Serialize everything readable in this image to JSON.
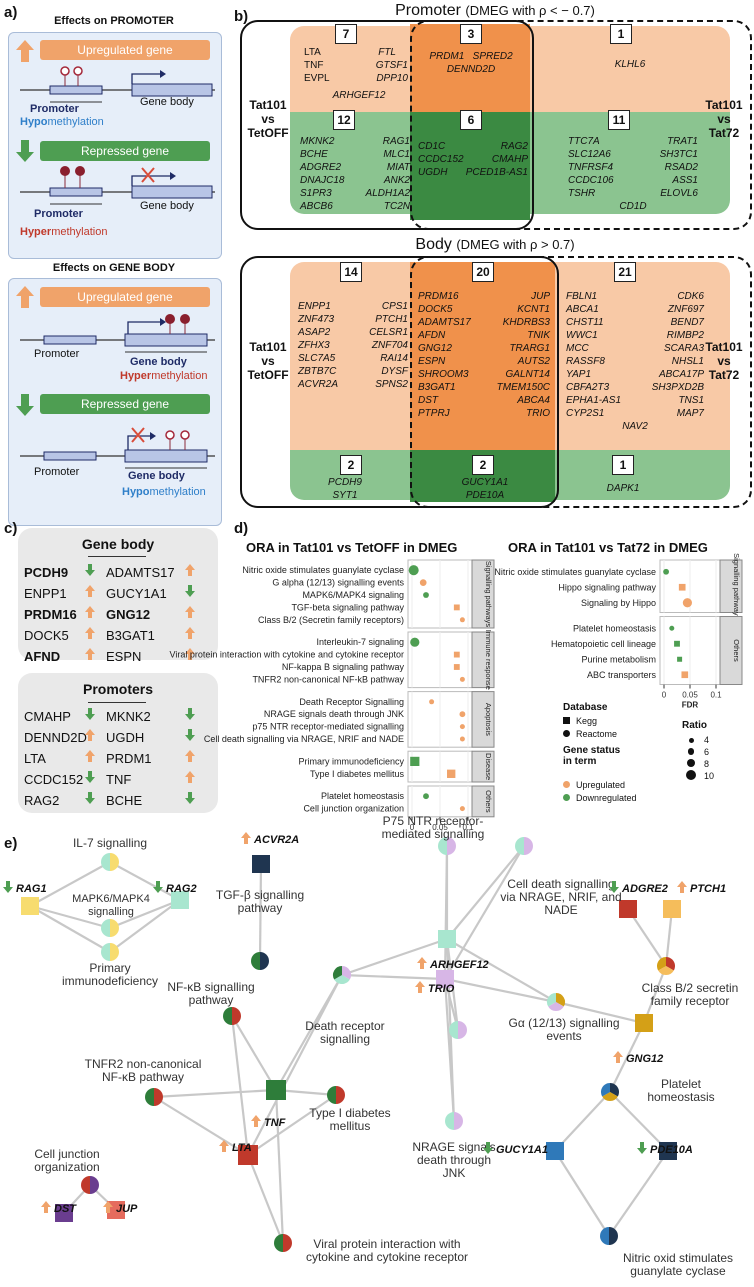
{
  "panels": {
    "a": "a)",
    "b": "b)",
    "c": "c)",
    "d": "d)",
    "e": "e)"
  },
  "a": {
    "promoter_title": "Effects on PROMOTER",
    "body_title": "Effects on GENE BODY",
    "up_label": "Upregulated gene",
    "down_label": "Repressed gene",
    "gene_body": "Gene body",
    "promoter": "Promoter",
    "hypo_prefix": "Hypo",
    "hyper_prefix": "Hyper",
    "methylation": "methylation"
  },
  "b": {
    "promoter_title": "Promoter",
    "promoter_sub": "(DMEG with ρ < − 0.7)",
    "body_title": "Body",
    "body_sub": "(DMEG with ρ > 0.7)",
    "left_label": [
      "Tat101",
      "vs",
      "TetOFF"
    ],
    "right_label": [
      "Tat101",
      "vs",
      "Tat72"
    ],
    "promoter_sets": {
      "up_left": {
        "count": "7",
        "genes": [
          "LTA",
          "FTL",
          "TNF",
          "GTSF1",
          "EVPL",
          "DPP10",
          "ARHGEF12"
        ]
      },
      "up_mid": {
        "count": "3",
        "genes": [
          "PRDM1",
          "SPRED2",
          "DENND2D"
        ]
      },
      "up_right": {
        "count": "1",
        "genes": [
          "KLHL6"
        ]
      },
      "dn_left": {
        "count": "12",
        "genes": [
          "MKNK2",
          "RAG1",
          "BCHE",
          "MLC1",
          "ADGRE2",
          "MIAT",
          "DNAJC18",
          "ANK2",
          "S1PR3",
          "ALDH1A2",
          "ABCB6",
          "TC2N"
        ]
      },
      "dn_mid": {
        "count": "6",
        "genes": [
          "CD1C",
          "RAG2",
          "CCDC152",
          "CMAHP",
          "UGDH",
          "PCED1B-AS1"
        ]
      },
      "dn_right": {
        "count": "11",
        "genes": [
          "TTC7A",
          "TRAT1",
          "SLC12A6",
          "SH3TC1",
          "TNFRSF4",
          "RSAD2",
          "CCDC106",
          "ASS1",
          "TSHR",
          "ELOVL6",
          "CD1D"
        ]
      }
    },
    "body_sets": {
      "up_left": {
        "count": "14",
        "genes": [
          "ENPP1",
          "CPS1",
          "ZNF473",
          "PTCH1",
          "ASAP2",
          "CELSR1",
          "ZFHX3",
          "ZNF704",
          "SLC7A5",
          "RAI14",
          "ZBTB7C",
          "DYSF",
          "ACVR2A",
          "SPNS2"
        ]
      },
      "up_mid": {
        "count": "20",
        "genes": [
          "PRDM16",
          "JUP",
          "DOCK5",
          "KCNT1",
          "ADAMTS17",
          "KHDRBS3",
          "AFDN",
          "TNIK",
          "GNG12",
          "TRARG1",
          "ESPN",
          "AUTS2",
          "SHROOM3",
          "GALNT14",
          "B3GAT1",
          "TMEM150C",
          "DST",
          "ABCA4",
          "PTPRJ",
          "TRIO"
        ]
      },
      "up_right": {
        "count": "21",
        "genes": [
          "FBLN1",
          "CDK6",
          "ABCA1",
          "ZNF697",
          "CHST11",
          "BEND7",
          "WWC1",
          "RIMBP2",
          "MCC",
          "SCARA3",
          "RASSF8",
          "NHSL1",
          "YAP1",
          "ABCA17P",
          "CBFA2T3",
          "SH3PXD2B",
          "EPHA1-AS1",
          "TNS1",
          "CYP2S1",
          "MAP7",
          "NAV2"
        ]
      },
      "dn_left": {
        "count": "2",
        "genes": [
          "PCDH9",
          "SYT1"
        ]
      },
      "dn_mid": {
        "count": "2",
        "genes": [
          "GUCY1A1",
          "PDE10A"
        ]
      },
      "dn_right": {
        "count": "1",
        "genes": [
          "DAPK1"
        ]
      }
    }
  },
  "c": {
    "body_title": "Gene body",
    "body_rows": [
      {
        "g1": "PCDH9",
        "b1": true,
        "d1": "down",
        "g2": "ADAMTS17",
        "b2": false,
        "d2": "up"
      },
      {
        "g1": "ENPP1",
        "b1": false,
        "d1": "up",
        "g2": "GUCY1A1",
        "b2": false,
        "d2": "down"
      },
      {
        "g1": "PRDM16",
        "b1": true,
        "d1": "up",
        "g2": "GNG12",
        "b2": true,
        "d2": "up"
      },
      {
        "g1": "DOCK5",
        "b1": false,
        "d1": "up",
        "g2": "B3GAT1",
        "b2": false,
        "d2": "up"
      },
      {
        "g1": "AFND",
        "b1": true,
        "d1": "up",
        "g2": "ESPN",
        "b2": false,
        "d2": "up"
      }
    ],
    "prom_title": "Promoters",
    "prom_rows": [
      {
        "g1": "CMAHP",
        "d1": "down",
        "g2": "MKNK2",
        "d2": "down"
      },
      {
        "g1": "DENND2D",
        "d1": "up",
        "g2": "UGDH",
        "d2": "down"
      },
      {
        "g1": "LTA",
        "d1": "up",
        "g2": "PRDM1",
        "d2": "up"
      },
      {
        "g1": "CCDC152",
        "d1": "down",
        "g2": "TNF",
        "d2": "up"
      },
      {
        "g1": "RAG2",
        "d1": "down",
        "g2": "BCHE",
        "d2": "down"
      }
    ]
  },
  "d": {
    "left_title": "ORA in Tat101 vs TetOFF in DMEG",
    "right_title": "ORA in Tat101 vs Tat72 in DMEG",
    "fdr_label": "FDR",
    "left_ticks": [
      "0",
      "0.05",
      "0.1"
    ],
    "right_ticks": [
      "0",
      "0.05",
      "0.1"
    ],
    "legend": {
      "db_title": "Database",
      "db_kegg": "Kegg",
      "db_reactome": "Reactome",
      "status_title": "Gene status in term",
      "status_up": "Upregulated",
      "status_dn": "Downregulated",
      "ratio_title": "Ratio",
      "ratio_vals": [
        "4",
        "6",
        "8",
        "10"
      ]
    },
    "left_groups": [
      {
        "cat": "Signalling pathways",
        "terms": [
          {
            "t": "Nitric oxide stimulates guanylate cyclase",
            "fdr": 0.003,
            "db": "reactome",
            "status": "down",
            "ratio": 10
          },
          {
            "t": "G alpha (12/13) signalling events",
            "fdr": 0.02,
            "db": "reactome",
            "status": "up",
            "ratio": 6
          },
          {
            "t": "MAPK6/MAPK4 signaling",
            "fdr": 0.025,
            "db": "reactome",
            "status": "down",
            "ratio": 5
          },
          {
            "t": "TGF-beta signaling pathway",
            "fdr": 0.08,
            "db": "kegg",
            "status": "up",
            "ratio": 5
          },
          {
            "t": "Class B/2 (Secretin family receptors)",
            "fdr": 0.09,
            "db": "reactome",
            "status": "up",
            "ratio": 4
          }
        ]
      },
      {
        "cat": "Immune response",
        "terms": [
          {
            "t": "Interleukin-7 signaling",
            "fdr": 0.005,
            "db": "reactome",
            "status": "down",
            "ratio": 9
          },
          {
            "t": "Viral protein interaction with cytokine and cytokine receptor",
            "fdr": 0.08,
            "db": "kegg",
            "status": "up",
            "ratio": 5
          },
          {
            "t": "NF-kappa B signaling pathway",
            "fdr": 0.08,
            "db": "kegg",
            "status": "up",
            "ratio": 5
          },
          {
            "t": "TNFR2 non-canonical NF-kB pathway",
            "fdr": 0.09,
            "db": "reactome",
            "status": "up",
            "ratio": 4
          }
        ]
      },
      {
        "cat": "Apoptosis",
        "terms": [
          {
            "t": "Death Receptor Signalling",
            "fdr": 0.035,
            "db": "reactome",
            "status": "up",
            "ratio": 4
          },
          {
            "t": "NRAGE signals death through JNK",
            "fdr": 0.09,
            "db": "reactome",
            "status": "up",
            "ratio": 5
          },
          {
            "t": "p75 NTR receptor-mediated signalling",
            "fdr": 0.09,
            "db": "reactome",
            "status": "up",
            "ratio": 4
          },
          {
            "t": "Cell death signalling via NRAGE, NRIF and NADE",
            "fdr": 0.09,
            "db": "reactome",
            "status": "up",
            "ratio": 4
          }
        ]
      },
      {
        "cat": "Disease",
        "terms": [
          {
            "t": "Primary immunodeficiency",
            "fdr": 0.005,
            "db": "kegg",
            "status": "down",
            "ratio": 9
          },
          {
            "t": "Type I diabetes mellitus",
            "fdr": 0.07,
            "db": "kegg",
            "status": "up",
            "ratio": 8
          }
        ]
      },
      {
        "cat": "Others",
        "terms": [
          {
            "t": "Platelet homeostasis",
            "fdr": 0.025,
            "db": "reactome",
            "status": "down",
            "ratio": 5
          },
          {
            "t": "Cell junction organization",
            "fdr": 0.09,
            "db": "reactome",
            "status": "up",
            "ratio": 4
          }
        ]
      }
    ],
    "right_groups": [
      {
        "cat": "Signalling pathways",
        "terms": [
          {
            "t": "Nitric oxide stimulates guanylate cyclase",
            "fdr": 0.004,
            "db": "reactome",
            "status": "down",
            "ratio": 5
          },
          {
            "t": "Hippo signaling pathway",
            "fdr": 0.035,
            "db": "kegg",
            "status": "up",
            "ratio": 6
          },
          {
            "t": "Signaling by Hippo",
            "fdr": 0.045,
            "db": "reactome",
            "status": "up",
            "ratio": 9
          }
        ]
      },
      {
        "cat": "Others",
        "terms": [
          {
            "t": "Platelet homeostasis",
            "fdr": 0.015,
            "db": "reactome",
            "status": "down",
            "ratio": 4
          },
          {
            "t": "Hematopoietic cell lineage",
            "fdr": 0.025,
            "db": "kegg",
            "status": "down",
            "ratio": 5
          },
          {
            "t": "Purine metabolism",
            "fdr": 0.03,
            "db": "kegg",
            "status": "down",
            "ratio": 4
          },
          {
            "t": "ABC transporters",
            "fdr": 0.04,
            "db": "kegg",
            "status": "up",
            "ratio": 6
          }
        ]
      }
    ]
  },
  "e": {
    "terms": {
      "il7": "IL-7 signalling",
      "mapk": "MAPK6/MAPK4 signalling",
      "pid": "Primary immunodeficiency",
      "tgfb": "TGF-β signalling pathway",
      "nfkb": "NF-κB signalling pathway",
      "tnfr2": "TNFR2 non-canonical NF-κB pathway",
      "cj": "Cell junction organization",
      "t1d": "Type I diabetes mellitus",
      "viral": "Viral protein interaction with cytokine and cytokine receptor",
      "p75": "P75 NTR receptor-mediated signalling",
      "death": "Death receptor signalling",
      "nrage": "NRAGE signals death through JNK",
      "cellnrage": "Cell death signalling via NRAGE, NRIF, and NADE",
      "ga": "Gα (12/13) signalling events",
      "classb": "Class B/2 secretin family receptor",
      "plat": "Platelet homeostasis",
      "no": "Nitric oxid stimulates guanylate cyclase"
    },
    "genes": {
      "rag1": "RAG1",
      "rag2": "RAG2",
      "acvr2a": "ACVR2A",
      "arhgef12": "ARHGEF12",
      "trio": "TRIO",
      "adgre2": "ADGRE2",
      "ptch1": "PTCH1",
      "gng12": "GNG12",
      "tnf": "TNF",
      "lta": "LTA",
      "dst": "DST",
      "jup": "JUP",
      "gucy1a1": "GUCY1A1",
      "pde10a": "PDE10A"
    }
  },
  "colors": {
    "up": "#f0a36a",
    "down": "#4e9e52",
    "up_dark": "#f08a3e",
    "down_dark": "#3d8f46"
  }
}
